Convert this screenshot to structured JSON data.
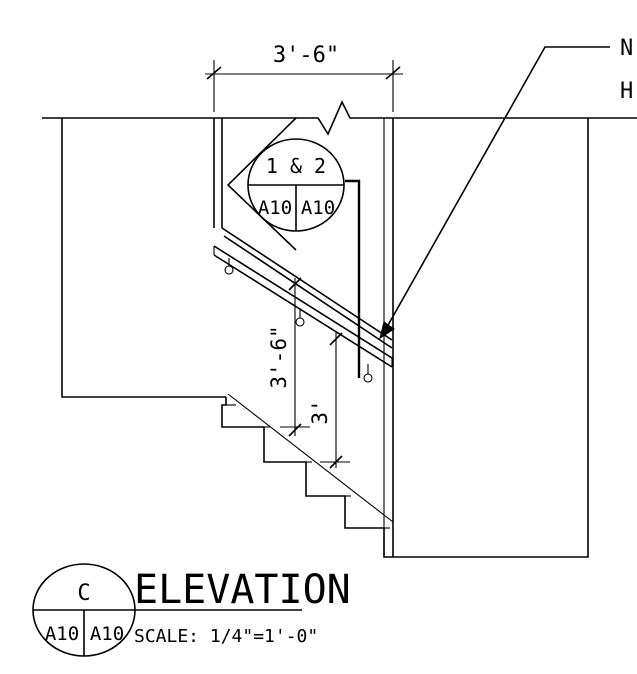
{
  "drawing": {
    "dims": {
      "top_width": "3'-6\"",
      "rail_height": "3'-6\"",
      "nosing_height": "3'"
    },
    "callout_note": {
      "line1": "N",
      "line2": "H"
    },
    "detail_marker": {
      "number": "1 & 2",
      "sheet_left": "A10",
      "sheet_right": "A10"
    },
    "title_block": {
      "letter": "C",
      "sheet_left": "A10",
      "sheet_right": "A10",
      "title": "ELEVATION",
      "scale": "SCALE: 1/4\"=1'-0\""
    }
  }
}
